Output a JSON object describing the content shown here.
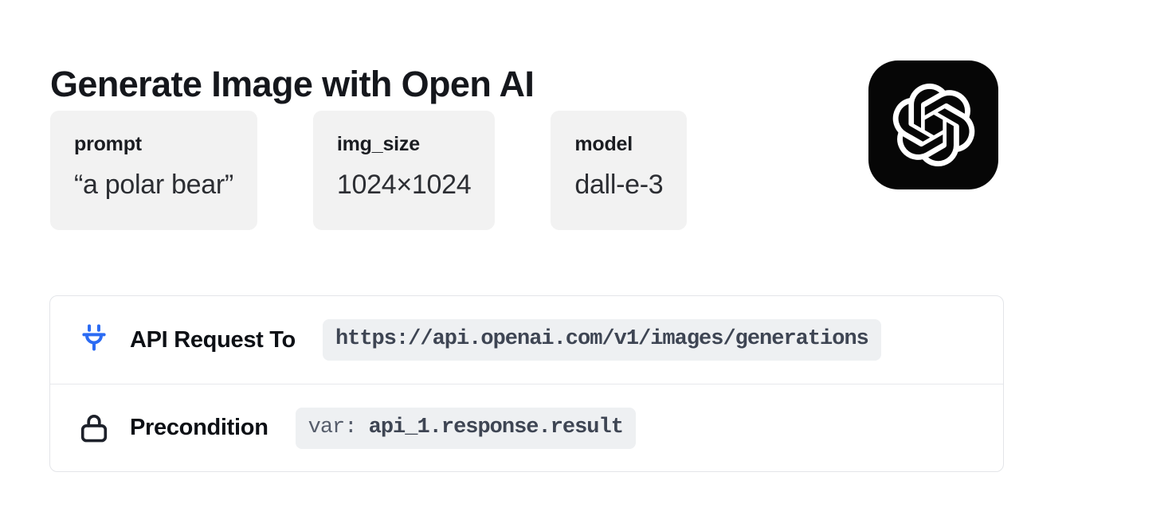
{
  "header": {
    "title": "Generate Image with Open AI",
    "logo": "openai-logo"
  },
  "params": [
    {
      "label": "prompt",
      "value": "“a polar bear”"
    },
    {
      "label": "img_size",
      "value": "1024×1024"
    },
    {
      "label": "model",
      "value": "dall-e-3"
    }
  ],
  "panel": {
    "api_row": {
      "icon": "plug-icon",
      "label": "API Request To",
      "code": "https://api.openai.com/v1/images/generations"
    },
    "precondition_row": {
      "icon": "lock-icon",
      "label": "Precondition",
      "code_prefix": "var: ",
      "code": "api_1.response.result"
    }
  },
  "colors": {
    "accent_blue": "#2b6bf3",
    "icon_black": "#1d212a",
    "chip_background": "#f2f2f2",
    "pill_background": "#eef0f2",
    "code_text": "#3e4553",
    "panel_border": "#e3e5e9",
    "title_text": "#15171c",
    "logo_background": "#060606"
  }
}
